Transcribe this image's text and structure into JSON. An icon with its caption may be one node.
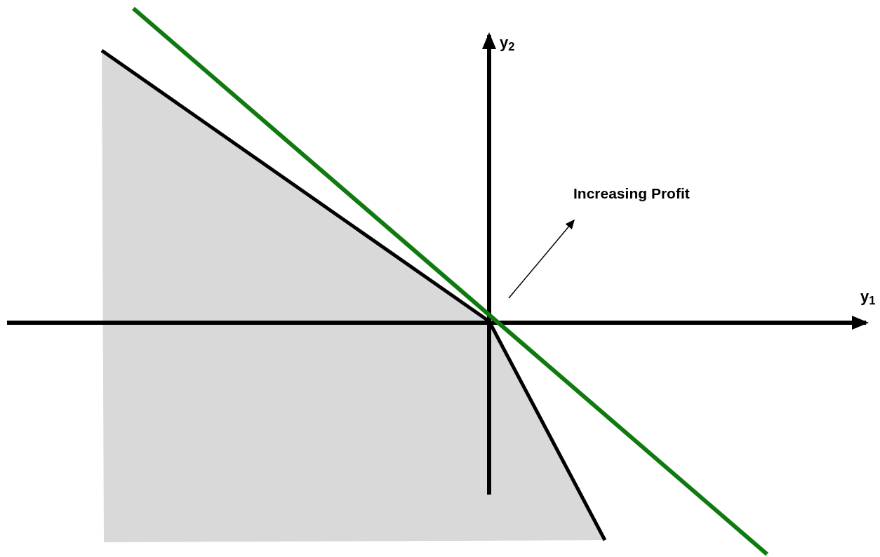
{
  "diagram": {
    "labels": [
      "y$_{2}$",
      "Increasing Profit",
      "y$_{1}$"
    ]
  }
}
